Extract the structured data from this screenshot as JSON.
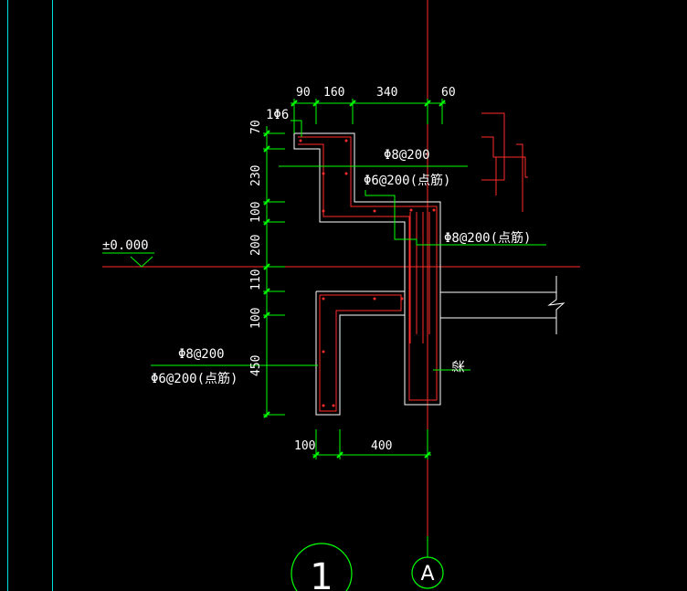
{
  "colors": {
    "background": "#000000",
    "outline": "#ffffff",
    "dimension": "#00ff00",
    "rebar": "#ff2a2a",
    "axis": "#ff2a2a",
    "frame": "#00e0e0"
  },
  "dims_top": [
    "90",
    "160",
    "340",
    "60"
  ],
  "dims_left": [
    "70",
    "230",
    "100",
    "200",
    "110",
    "100",
    "450"
  ],
  "dims_bottom": [
    "100",
    "400"
  ],
  "labels": {
    "bar_top": "1Φ6",
    "upper_main": "Φ8@200",
    "upper_dist": "Φ6@200(点筋)",
    "mid_main": "Φ8@200(点筋)",
    "elevation": "±0.000",
    "lower_main": "Φ8@200",
    "lower_dist": "Φ6@200(点筋)",
    "beam": "梁",
    "detail_number": "1",
    "axis_label": "A"
  }
}
